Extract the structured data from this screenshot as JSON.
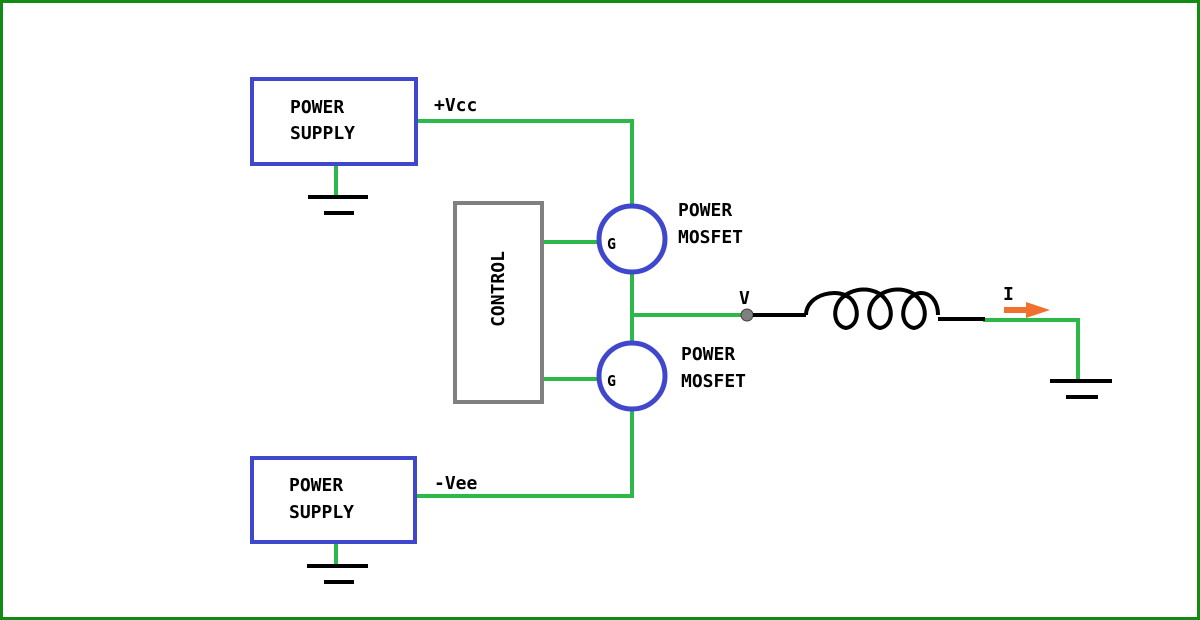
{
  "colors": {
    "frame": "#138a13",
    "wire": "#2db84a",
    "box": "#3f48cc",
    "mosfet": "#3f48cc",
    "control_box": "#808080",
    "inductor": "#000000",
    "node": "#7f7f7f",
    "arrow": "#f07030"
  },
  "power_supply_top": {
    "line1": "POWER",
    "line2": "SUPPLY",
    "rail": "+Vcc"
  },
  "power_supply_bottom": {
    "line1": "POWER",
    "line2": "SUPPLY",
    "rail": "-Vee"
  },
  "control": {
    "label": "CONTROL"
  },
  "mosfet_top": {
    "gate": "G",
    "line1": "POWER",
    "line2": "MOSFET"
  },
  "mosfet_bottom": {
    "gate": "G",
    "line1": "POWER",
    "line2": "MOSFET"
  },
  "output": {
    "node_label": "V",
    "current_label": "I",
    "current_arrow_icon": "arrow-right-icon"
  },
  "icons": [
    "ground-icon",
    "inductor-icon",
    "arrow-right-icon"
  ]
}
